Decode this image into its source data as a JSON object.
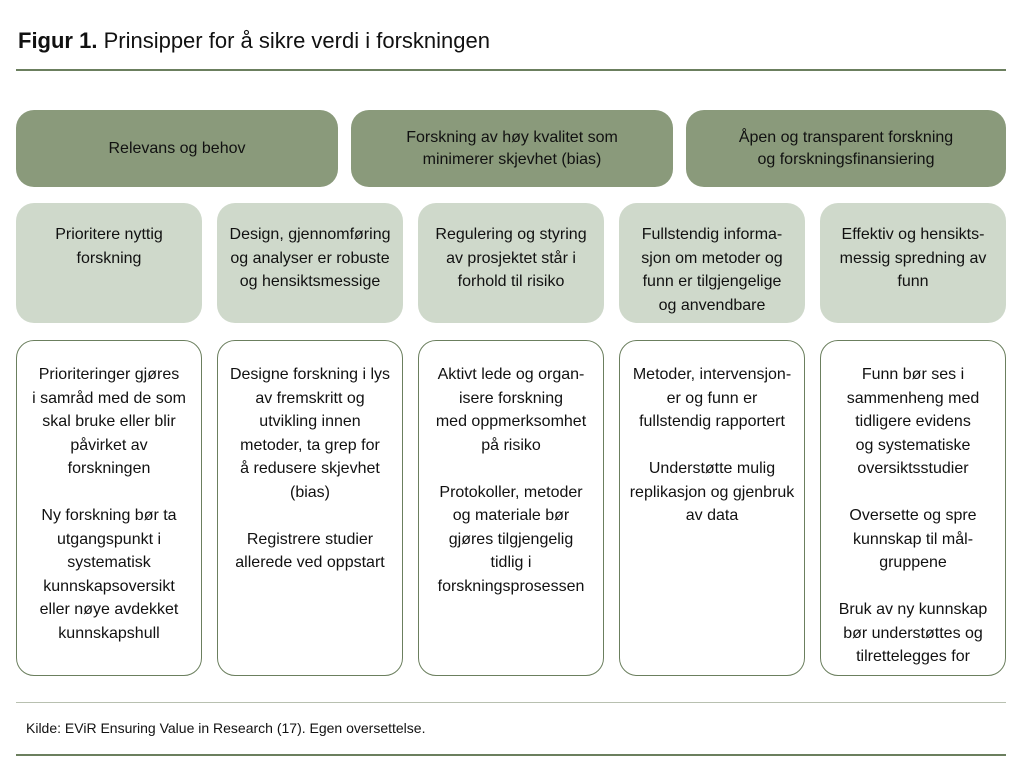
{
  "figure": {
    "label": "Figur 1.",
    "title": "Prinsipper for å sikre verdi i forskningen"
  },
  "themes": [
    {
      "text": "Relevans og behov"
    },
    {
      "text": "Forskning av høy kvalitet som\nminimerer skjevhet (bias)"
    },
    {
      "text": "Åpen og transparent forskning\nog forskningsfinansiering"
    }
  ],
  "principles": [
    {
      "text": "Prioritere nyttig\nforskning"
    },
    {
      "text": "Design, gjennomføring\nog analyser er robuste\nog hensiktsmessige"
    },
    {
      "text": "Regulering og styring\nav prosjektet står i\nforhold til risiko"
    },
    {
      "text": "Fullstendig informa-\nsjon om metoder og\nfunn er tilgjengelige\nog anvendbare"
    },
    {
      "text": "Effektiv og hensikts-\nmessig spredning av\nfunn"
    }
  ],
  "details": [
    {
      "paragraphs": [
        "Prioriteringer gjøres\ni samråd med de som\nskal bruke eller blir\npåvirket av\nforskningen",
        "Ny forskning bør ta\nutgangspunkt i\nsystematisk\nkunnskapsoversikt\neller nøye avdekket\nkunnskapshull"
      ]
    },
    {
      "paragraphs": [
        "Designe forskning i lys\nav fremskritt og\nutvikling innen\nmetoder, ta grep for\nå redusere skjevhet\n(bias)",
        "Registrere studier\nallerede ved oppstart"
      ]
    },
    {
      "paragraphs": [
        "Aktivt lede og organ-\nisere forskning\nmed oppmerksomhet\npå risiko",
        "Protokoller, metoder\nog materiale bør\ngjøres tilgjengelig\ntidlig i\nforskningsprosessen"
      ]
    },
    {
      "paragraphs": [
        "Metoder, intervensjon-\ner og funn er\nfullstendig rapportert",
        "Understøtte mulig\nreplikasjon og gjenbruk\nav data"
      ]
    },
    {
      "paragraphs": [
        "Funn bør ses i\nsammenheng med\ntidligere evidens\nog systematiske\noversiktsstudier",
        "Oversette og spre\nkunnskap til mål-\ngruppene",
        "Bruk av ny kunnskap\nbør understøttes og\ntilrettelegges for"
      ]
    }
  ],
  "source": "Kilde: EViR Ensuring Value in Research (17). Egen oversettelse.",
  "colors": {
    "theme_fill": "#8a9a7b",
    "principle_fill": "#cfd9cb",
    "border": "#6b7f5e"
  }
}
